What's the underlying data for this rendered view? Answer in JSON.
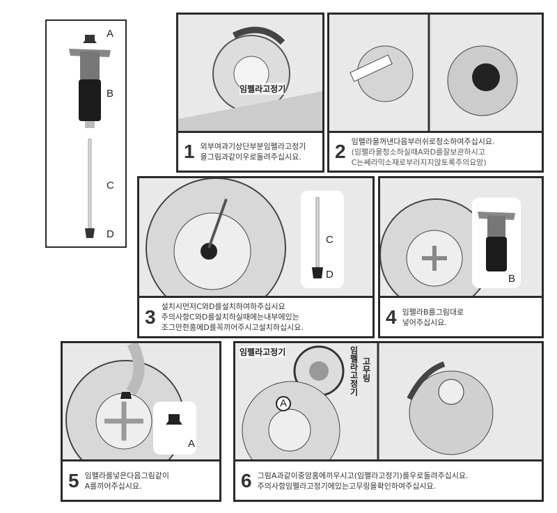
{
  "parts": {
    "labels": [
      "A",
      "B",
      "C",
      "D"
    ]
  },
  "steps": [
    {
      "number": "1",
      "lines": [
        "외부여과기상단부분임펠라고정기",
        "을그림과같이우로돌려주십시요."
      ],
      "label": "임펠라고정기"
    },
    {
      "number": "2",
      "lines": [
        "임펠라을꺼낸다음부러쉬로청소하여주십시요.",
        "(임펠라을청소하실때A와D를잘보관하시고",
        "C는쎄라믹소재로부러지지않토록주의요망)"
      ]
    },
    {
      "number": "3",
      "lines": [
        "설치시먼저C와D를설치하여하주십시요",
        "주의사항C와D를설치하실때에는내부에있는",
        "조그만한홈에D를꼭끼어주시고설치하십시요."
      ],
      "inset_labels": [
        "C",
        "D"
      ]
    },
    {
      "number": "4",
      "lines": [
        "임펠라B를그림대로",
        "넣어주십시요."
      ],
      "inset_label": "B"
    },
    {
      "number": "5",
      "lines": [
        "임펠라를넣은다음그림같이",
        "A를끼어주십시요."
      ],
      "inset_label": "A"
    },
    {
      "number": "6",
      "lines": [
        "그림A과같이중앙홈에끼우시고(임펠라고정기)를우로돌려주십시요.",
        "주의사항임펠라고정기에있는고무링을확인하여주십시요."
      ],
      "labels": {
        "fixer": "임펠라고정기",
        "fixer_vertical": "임펠라고정기",
        "ring": "고무링",
        "a": "A"
      }
    }
  ]
}
